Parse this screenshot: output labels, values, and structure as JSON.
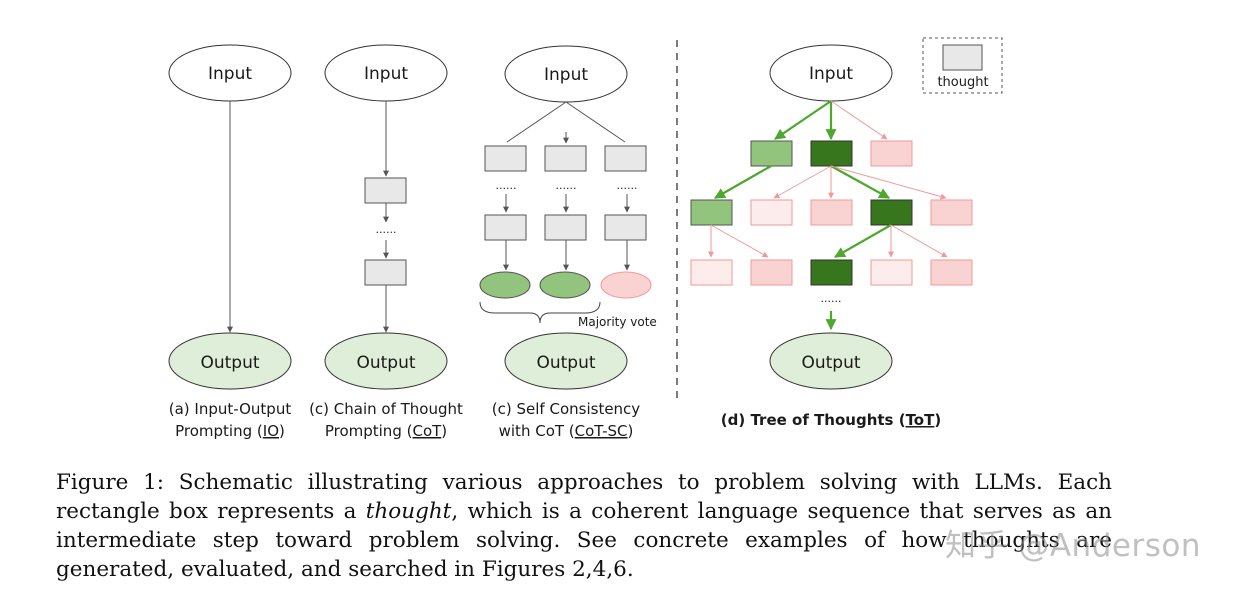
{
  "diagram": {
    "input_label": "Input",
    "output_label": "Output",
    "dots": "......",
    "majority_vote": "Majority vote",
    "legend_thought": "thought",
    "panel_a": {
      "line1": "(a) Input-Output",
      "line2_prefix": "Prompting (",
      "line2_abbr": "IO",
      "line2_suffix": ")"
    },
    "panel_b": {
      "line1": "(c) Chain of Thought",
      "line2_prefix": "Prompting (",
      "line2_abbr": "CoT",
      "line2_suffix": ")"
    },
    "panel_c": {
      "line1": "(c) Self Consistency",
      "line2_prefix": "with CoT (",
      "line2_abbr": "CoT-SC",
      "line2_suffix": ")"
    },
    "panel_d": {
      "prefix": "(d) Tree of Thoughts (",
      "abbr": "ToT",
      "suffix": ")"
    },
    "colors": {
      "thought_fill": "#e8e8e8",
      "output_fill": "#dfeed8",
      "green_light": "#93c47d",
      "green_dark": "#38761d",
      "arrow_green": "#4ea72e",
      "pink_fill": "#f9d2d2",
      "pink_light": "#fcecec",
      "pink_stroke": "#ef9a9a"
    }
  },
  "caption": {
    "label": "Figure 1:",
    "part1": " Schematic illustrating various approaches to problem solving with LLMs. Each rectangle box represents a ",
    "emph": "thought",
    "part2": ", which is a coherent language sequence that serves as an intermediate step toward problem solving. See concrete examples of how thoughts are generated, evaluated, and searched in Figures 2,4,6."
  },
  "watermark": "知乎 @Anderson"
}
